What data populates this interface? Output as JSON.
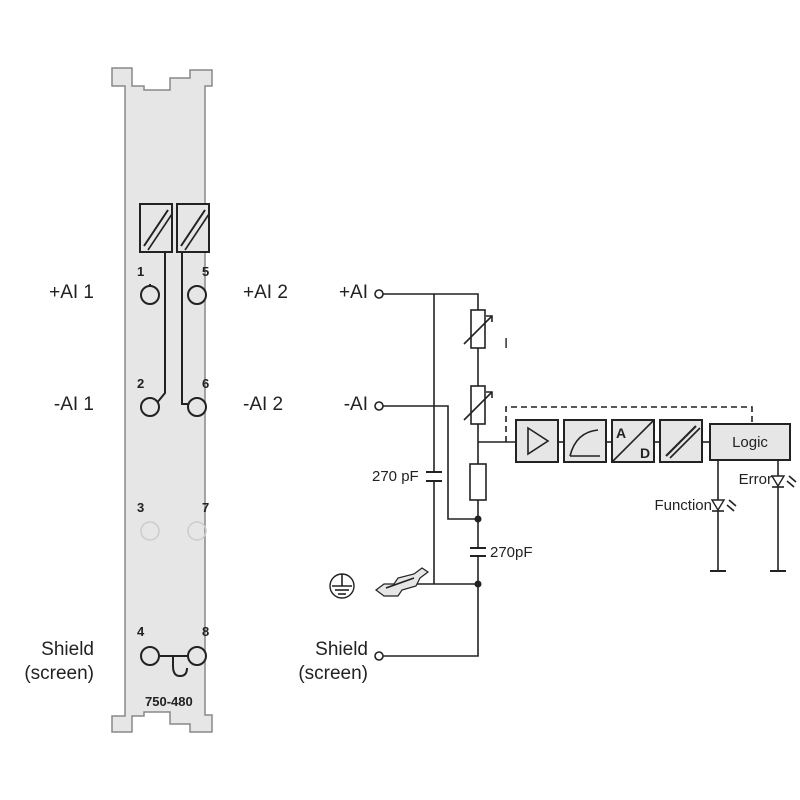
{
  "module": {
    "part_number": "750-480",
    "pins": {
      "p1": "1",
      "p2": "2",
      "p3": "3",
      "p4": "4",
      "p5": "5",
      "p6": "6",
      "p7": "7",
      "p8": "8"
    }
  },
  "labels_left": {
    "ai1_plus": "+AI 1",
    "ai1_minus": "-AI 1",
    "ai2_plus": "+AI 2",
    "ai2_minus": "-AI 2",
    "shield_line1": "Shield",
    "shield_line2": "(screen)"
  },
  "schematic": {
    "ai_plus": "+AI",
    "ai_minus": "-AI",
    "cap1": "270 pF",
    "cap2": "270pF",
    "current_label": "I",
    "adc_a": "A",
    "adc_d": "D",
    "logic": "Logic",
    "function_led": "Function",
    "error_led": "Error",
    "shield_line1": "Shield",
    "shield_line2": "(screen)"
  },
  "colors": {
    "module_fill": "#e6e6e6",
    "line": "#222222",
    "inactive_pin": "#cccccc"
  }
}
